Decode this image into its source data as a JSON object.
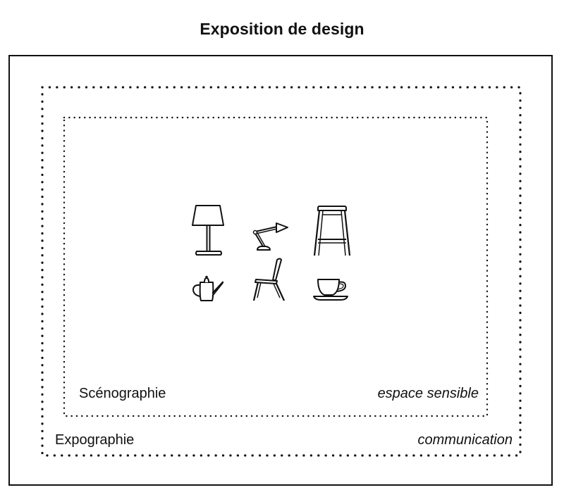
{
  "title": "Exposition de design",
  "inner_frame": {
    "label_left": "Scénographie",
    "label_right": "espace sensible"
  },
  "middle_frame": {
    "label_left": "Expographie",
    "label_right": "communication"
  },
  "icons": [
    "lamp-icon",
    "desk-lamp-icon",
    "stool-icon",
    "teapot-icon",
    "chair-icon",
    "cup-icon"
  ],
  "colors": {
    "ink": "#111111",
    "background": "#ffffff"
  }
}
